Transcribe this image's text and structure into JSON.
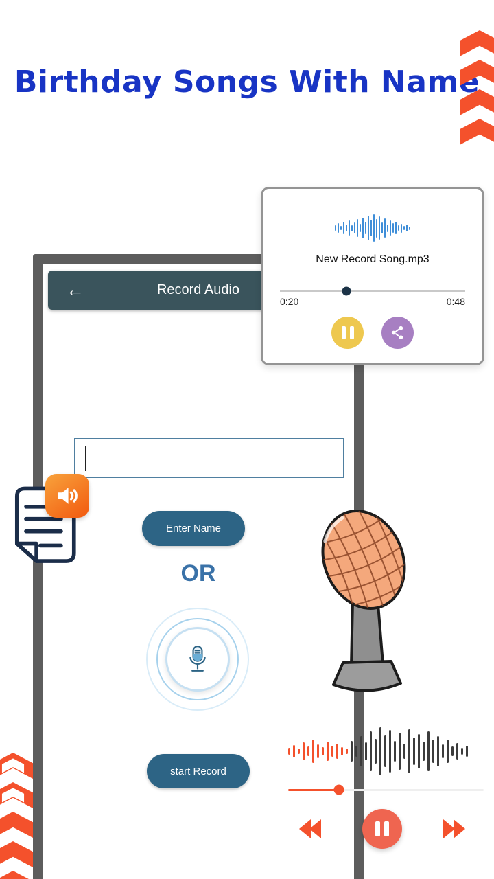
{
  "title": "Birthday Songs With Name",
  "colors": {
    "title-blue": "#1834c4",
    "accent-orange": "#f4512c",
    "pause-circle": "#ef6550",
    "teal": "#2d6485",
    "appbar": "#3a545c",
    "or-blue": "#3a72a8",
    "phone-border": "#5d5d5d",
    "card-border": "#949494",
    "wave-blue": "#3f8ed8",
    "wave-gray": "#3c3c3c",
    "yellow": "#eec84f",
    "purple": "#a77fc2",
    "navy": "#1b2d49"
  },
  "icons": {
    "back": "←",
    "pause": "two-bars",
    "share": "share-nodes",
    "rewind": "double-left-triangles",
    "fast_forward": "double-right-triangles",
    "speaker": "speaker-with-waves",
    "microphone": "outline-mic"
  },
  "app": {
    "back_icon": "←",
    "appbar_title": "Record Audio",
    "name_input_value": "",
    "enter_name_button": "Enter Name",
    "or_label": "OR",
    "start_record_button": "start Record"
  },
  "player_card": {
    "filename": "New Record Song.mp3",
    "current_time": "0:20",
    "total_time": "0:48",
    "progress_percent": 36
  },
  "bottom_player": {
    "progress_percent": 26
  },
  "waveforms": {
    "card": {
      "color": "#3f8ed8",
      "heights": [
        8,
        14,
        6,
        18,
        10,
        22,
        9,
        16,
        26,
        12,
        30,
        18,
        36,
        24,
        40,
        27,
        34,
        16,
        28,
        11,
        22,
        14,
        18,
        8,
        13,
        6,
        10,
        5
      ]
    },
    "bottom": {
      "colors": [
        "#f4512c",
        "#3c3c3c"
      ],
      "split": 13,
      "heights": [
        10,
        18,
        8,
        26,
        14,
        34,
        20,
        12,
        28,
        16,
        22,
        12,
        8,
        30,
        16,
        44,
        26,
        58,
        36,
        70,
        46,
        62,
        30,
        54,
        22,
        64,
        40,
        50,
        28,
        58,
        34,
        44,
        20,
        34,
        14,
        24,
        10,
        16
      ]
    }
  }
}
